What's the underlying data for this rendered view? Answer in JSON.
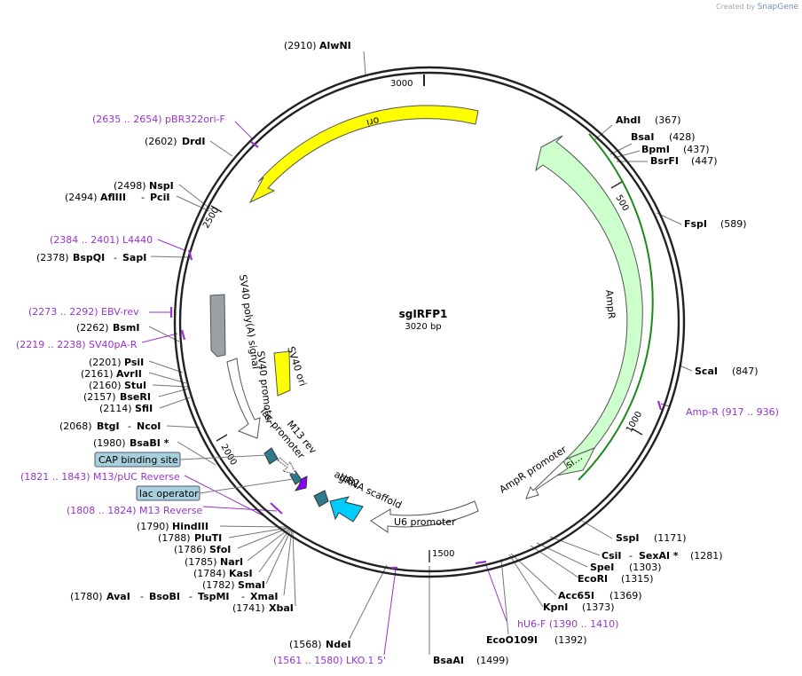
{
  "credit": {
    "prefix": "Created by",
    "brand": "SnapGene"
  },
  "plasmid": {
    "name": "sgIRFP1",
    "size": "3020 bp"
  },
  "ruler": [
    "500",
    "1000",
    "1500",
    "2000",
    "2500",
    "3000"
  ],
  "features": {
    "ori": "ori",
    "ampr": "AmpR",
    "sig": "si…",
    "ampr_promoter": "AmpR promoter",
    "u6_promoter": "U6 promoter",
    "grna": "gRNA scaffold",
    "attb2": "attB2",
    "m13rev": "M13 rev",
    "lac_promoter": "lac promoter",
    "sv40_promoter": "SV40 promoter",
    "sv40_ori": "SV40 ori",
    "sv40_polya": "SV40 poly(A) signal"
  },
  "boxes": {
    "cap": "CAP binding site",
    "lac_operator": "lac operator"
  },
  "sites": {
    "alwni": {
      "name": "AlwNI",
      "pos": "(2910)"
    },
    "ahdi": {
      "name": "AhdI",
      "pos": "(367)"
    },
    "bsai": {
      "name": "BsaI",
      "pos": "(428)"
    },
    "bpmi": {
      "name": "BpmI",
      "pos": "(437)"
    },
    "bsrfi": {
      "name": "BsrFI",
      "pos": "(447)"
    },
    "fspi": {
      "name": "FspI",
      "pos": "(589)"
    },
    "scai": {
      "name": "ScaI",
      "pos": "(847)"
    },
    "sspi": {
      "name": "SspI",
      "pos": "(1171)"
    },
    "csii": {
      "name": "CsiI",
      "sep": "-",
      "name2": "SexAI *",
      "pos": "(1281)"
    },
    "spei": {
      "name": "SpeI",
      "pos": "(1303)"
    },
    "ecori": {
      "name": "EcoRI",
      "pos": "(1315)"
    },
    "acc65i": {
      "name": "Acc65I",
      "pos": "(1369)"
    },
    "kpni": {
      "name": "KpnI",
      "pos": "(1373)"
    },
    "ecoo109i": {
      "name": "EcoO109I",
      "pos": "(1392)"
    },
    "bsaai": {
      "name": "BsaAI",
      "pos": "(1499)"
    },
    "ndei": {
      "name": "NdeI",
      "pos": "(1568)"
    },
    "xbai": {
      "name": "XbaI",
      "pos": "(1741)"
    },
    "avai": {
      "pos": "(1780)",
      "n1": "AvaI",
      "n2": "BsoBI",
      "n3": "TspMI",
      "n4": "XmaI",
      "sep": "-"
    },
    "smai": {
      "name": "SmaI",
      "pos": "(1782)"
    },
    "kasi": {
      "name": "KasI",
      "pos": "(1784)"
    },
    "nari": {
      "name": "NarI",
      "pos": "(1785)"
    },
    "sfoi": {
      "name": "SfoI",
      "pos": "(1786)"
    },
    "pluti": {
      "name": "PluTI",
      "pos": "(1788)"
    },
    "hindiii": {
      "name": "HindIII",
      "pos": "(1790)"
    },
    "bsabi": {
      "name": "BsaBI *",
      "pos": "(1980)"
    },
    "btgi": {
      "name": "BtgI",
      "sep": "-",
      "name2": "NcoI",
      "pos": "(2068)"
    },
    "sfii": {
      "name": "SfiI",
      "pos": "(2114)"
    },
    "bseri": {
      "name": "BseRI",
      "pos": "(2157)"
    },
    "stui": {
      "name": "StuI",
      "pos": "(2160)"
    },
    "avrii": {
      "name": "AvrII",
      "pos": "(2161)"
    },
    "psii": {
      "name": "PsiI",
      "pos": "(2201)"
    },
    "bsmi": {
      "name": "BsmI",
      "pos": "(2262)"
    },
    "bspqi": {
      "name": "BspQI",
      "sep": "-",
      "name2": "SapI",
      "pos": "(2378)"
    },
    "aflIII": {
      "name": "AflIII",
      "sep": "-",
      "name2": "PciI",
      "pos": "(2494)"
    },
    "nspi": {
      "name": "NspI",
      "pos": "(2498)"
    },
    "drdi": {
      "name": "DrdI",
      "pos": "(2602)"
    }
  },
  "primers": {
    "pbr322ori": "(2635 .. 2654)  pBR322ori-F",
    "l4440": "(2384 .. 2401)  L4440",
    "ebv": "(2273 .. 2292)  EBV-rev",
    "sv40pa": "(2219 .. 2238)  SV40pA-R",
    "m13puc": "(1821 .. 1843)  M13/pUC Reverse",
    "m13r": "(1808 .. 1824)  M13 Reverse",
    "lko": "(1561 .. 1580)  LKO.1 5'",
    "hu6": "hU6-F   (1390 .. 1410)",
    "ampr": "Amp-R     (917 .. 936)"
  },
  "colors": {
    "backbone": "#222222",
    "ori": "#ffff00",
    "ampr": "#ccffcc",
    "ampr_outline": "#1a8a1a",
    "sv40_polya": "#99a0a6",
    "grna": "#00ccff",
    "attb2": "#2e7a8c",
    "m13": "#8800ff",
    "primer": "#9933cc",
    "box": "#a8d0dc"
  }
}
